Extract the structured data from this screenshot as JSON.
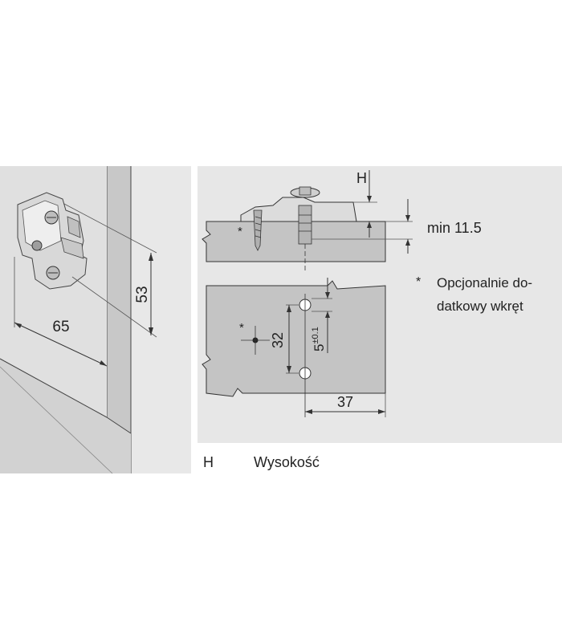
{
  "left_panel": {
    "dim_width": "65",
    "dim_height": "53"
  },
  "right_panel": {
    "h_label": "H",
    "min_thickness": "min 11.5",
    "asterisk_mark": "*",
    "dim_spacing": "32",
    "dim_offset": "5",
    "dim_offset_tolerance": "±0.1",
    "dim_depth": "37"
  },
  "note": {
    "marker": "*",
    "line1": "Opcjonalnie do-",
    "line2": "datkowy wkręt"
  },
  "legend": {
    "key": "H",
    "value": "Wysokość"
  },
  "colors": {
    "panel_bg": "#e7e7e7",
    "part_fill": "#c4c4c4",
    "line": "#333333"
  }
}
